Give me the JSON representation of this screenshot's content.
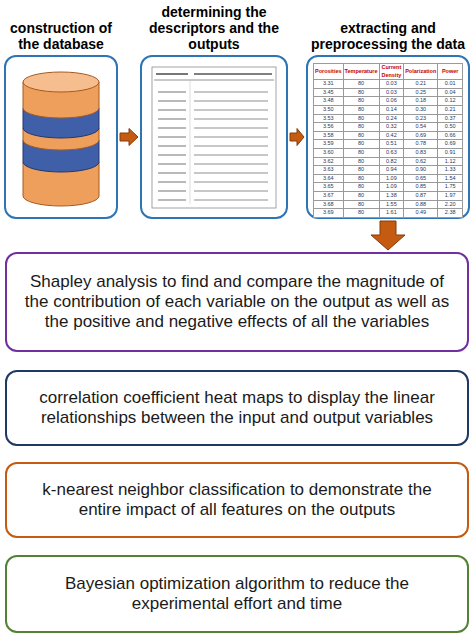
{
  "diagram": {
    "nodes": [
      {
        "text": [
          "construction of the database"
        ]
      },
      {
        "text": [
          "determining the descriptors and the outputs"
        ]
      },
      {
        "text": [
          "extracting and preprocessing the data"
        ]
      },
      {
        "text": [
          "Shapley analysis to find and compare the magnitude of the contribution of each variable on the output as well as the positive and negative effects of all the variables"
        ]
      },
      {
        "text": [
          "correlation coefficient heat maps to display the linear relationships between the input and output variables"
        ]
      },
      {
        "text": [
          "k-nearest neighbor classification to demonstrate the entire impact of all features on the outputs"
        ]
      },
      {
        "text": [
          "Bayesian optimization algorithm to reduce the experimental effort and time"
        ]
      }
    ],
    "edges": [
      {
        "from": 0,
        "to": 1,
        "arrow": "to"
      },
      {
        "from": 1,
        "to": 2,
        "arrow": "to"
      },
      {
        "from": 2,
        "to": 3,
        "arrow": "to"
      }
    ],
    "labels": [
      "Porosities",
      "Temperature",
      "Current Density",
      "Polarization",
      "Power",
      "3.31",
      "80",
      "0.03",
      "0.21",
      "0.01",
      "3.45",
      "80",
      "0.03",
      "0.25",
      "0.04",
      "3.48",
      "80",
      "0.06",
      "0.18",
      "0.12",
      "3.50",
      "80",
      "0.14",
      "0.30",
      "0.21",
      "3.53",
      "80",
      "0.24",
      "0.23",
      "0.37",
      "3.56",
      "80",
      "0.32",
      "0.54",
      "0.50",
      "3.58",
      "80",
      "0.42",
      "0.69",
      "0.66",
      "3.59",
      "80",
      "0.51",
      "0.78",
      "0.69",
      "3.60",
      "80",
      "0.63",
      "0.83",
      "0.91",
      "3.62",
      "80",
      "0.82",
      "0.62",
      "1.12",
      "3.63",
      "80",
      "0.94",
      "0.90",
      "1.33",
      "3.64",
      "80",
      "1.09",
      "0.65",
      "1.54",
      "3.65",
      "80",
      "1.09",
      "0.85",
      "1.75",
      "3.67",
      "80",
      "1.38",
      "0.87",
      "1.97",
      "3.68",
      "80",
      "1.55",
      "0.88",
      "2.20",
      "3.69",
      "80",
      "1.61",
      "0.49",
      "2.38"
    ]
  }
}
